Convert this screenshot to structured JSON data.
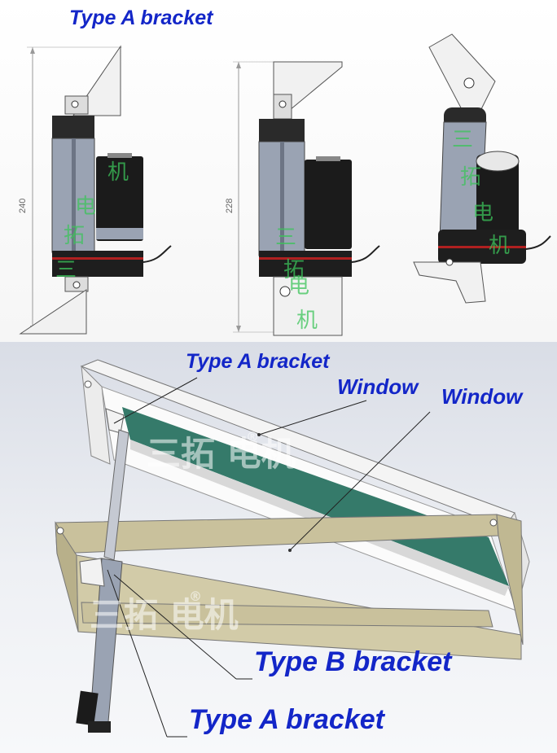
{
  "top_panel": {
    "title": "Type A bracket",
    "dimensions": [
      "240",
      "228"
    ],
    "watermark_chars": [
      "三",
      "拓",
      "电",
      "机"
    ]
  },
  "bottom_panel": {
    "labels": {
      "type_a_top": "Type A bracket",
      "window_1": "Window",
      "window_2": "Window",
      "type_b": "Type B bracket",
      "type_a_bottom": "Type A bracket"
    },
    "watermark": "三拓 电机",
    "registered_mark": "®"
  },
  "colors": {
    "caption": "#1326c8",
    "frame_fill": "#efefef",
    "base_frame": "#c9c19c",
    "window_glass": "#1f6b5a",
    "motor": "#1b1b1b",
    "tube": "#9aa3b3",
    "gearbox_red": "#b02020",
    "watermark_green": "#3cc45a"
  }
}
